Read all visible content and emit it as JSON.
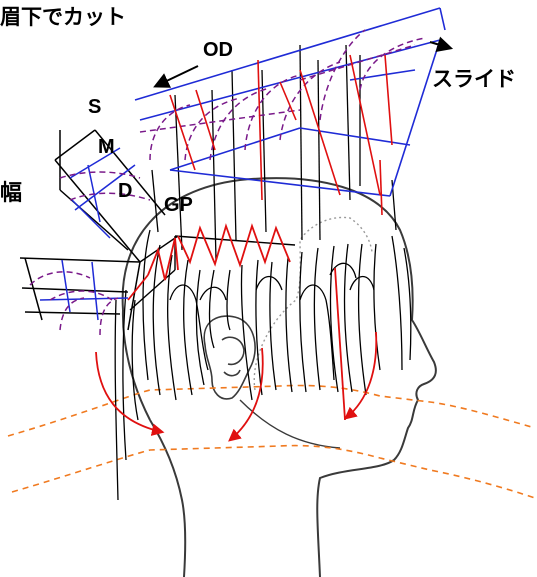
{
  "labels": {
    "title": "眉下でカット",
    "od": "OD",
    "slide": "スライド",
    "s": "S",
    "m": "M",
    "d": "D",
    "width": "幅",
    "gp": "GP"
  },
  "colors": {
    "outline": "#3a3a3a",
    "hair": "#000000",
    "panel_blue": "#1f2bd6",
    "cut_red": "#e01010",
    "guide_purple": "#7a1a8a",
    "guide_orange": "#f07a20",
    "flow_red": "#e01010"
  },
  "icons": {
    "arrow_left": "arrow-left-icon",
    "arrow_right": "arrow-right-icon"
  }
}
